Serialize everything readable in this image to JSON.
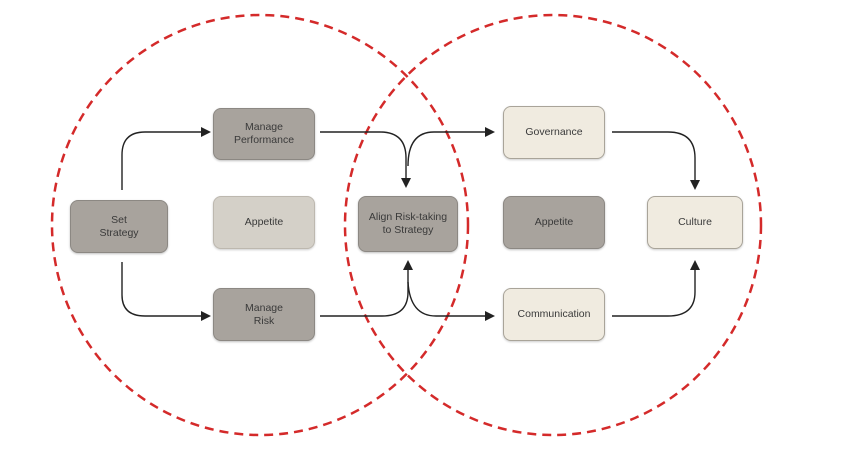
{
  "colors": {
    "circle_stroke": "#d42a2a",
    "arrow": "#222222",
    "box_dark": "#a8a39d",
    "box_mid": "#d4d0c8",
    "box_light": "#f0ebe0"
  },
  "nodes": {
    "set_strategy": {
      "label": "Set\nStrategy"
    },
    "manage_performance": {
      "label": "Manage\nPerformance"
    },
    "appetite_left": {
      "label": "Appetite"
    },
    "manage_risk": {
      "label": "Manage\nRisk"
    },
    "align_risk": {
      "label": "Align Risk-taking\nto Strategy"
    },
    "governance": {
      "label": "Governance"
    },
    "appetite_right": {
      "label": "Appetite"
    },
    "communication": {
      "label": "Communication"
    },
    "culture": {
      "label": "Culture"
    }
  }
}
